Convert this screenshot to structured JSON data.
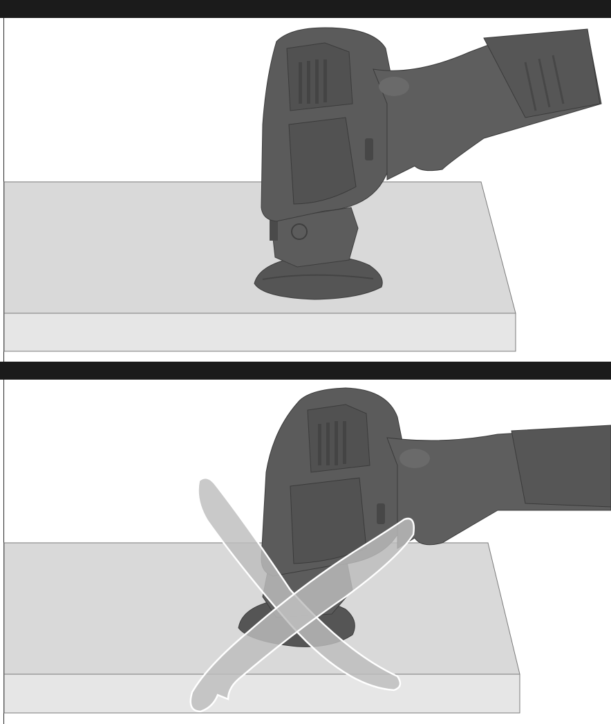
{
  "figures": [
    {
      "id": "correct-use",
      "status": "correct",
      "description_icon": "oscillating-tool-upright-icon"
    },
    {
      "id": "incorrect-use",
      "status": "incorrect",
      "description_icon": "oscillating-tool-tilted-icon",
      "mark_icon": "prohibited-x-icon"
    }
  ],
  "colors": {
    "header_bar": "#1b1b1b",
    "board_top": "#d9d9d9",
    "board_front": "#e4e4e4",
    "tool_body": "#5a5a5a",
    "tool_dark": "#4a4a4a",
    "tool_light": "#6e6e6e",
    "x_fill": "#bdbdbd"
  }
}
